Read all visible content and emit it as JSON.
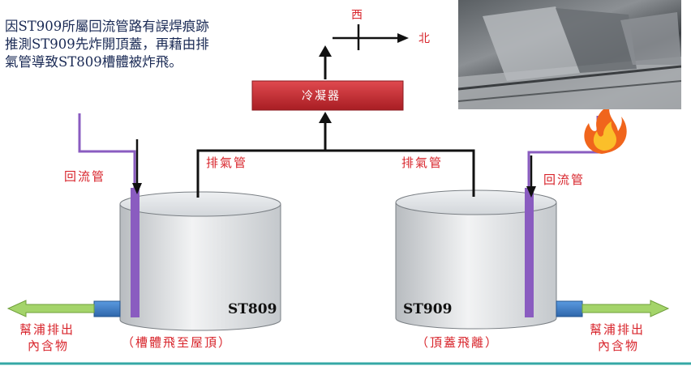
{
  "note": {
    "lines": [
      "因ST909所屬回流管路有誤焊痕跡",
      "推測ST909先炸開頂蓋，再藉由排",
      "氣管導致ST809槽體被炸飛。"
    ]
  },
  "compass": {
    "west": "西",
    "north": "北"
  },
  "condenser": {
    "label": "冷凝器"
  },
  "vent_left": "排氣管",
  "vent_right": "排氣管",
  "return_left": "回流管",
  "return_right": "回流管",
  "tank_left": {
    "name": "ST809",
    "caption": "（槽體飛至屋頂）"
  },
  "tank_right": {
    "name": "ST909",
    "caption": "（頂蓋飛離）"
  },
  "pump_left": {
    "line1": "幫浦排出",
    "line2": "內含物"
  },
  "pump_right": {
    "line1": "幫浦排出",
    "line2": "內含物"
  },
  "colors": {
    "text_red": "#d8242b",
    "condenser_red": "#c0282e",
    "return_pipe": "#8a5cc0",
    "outflow_arrow": "#9ecf5a",
    "pump_block": "#3f7ec7"
  },
  "icons": [
    "fire-icon",
    "compass-icon"
  ]
}
